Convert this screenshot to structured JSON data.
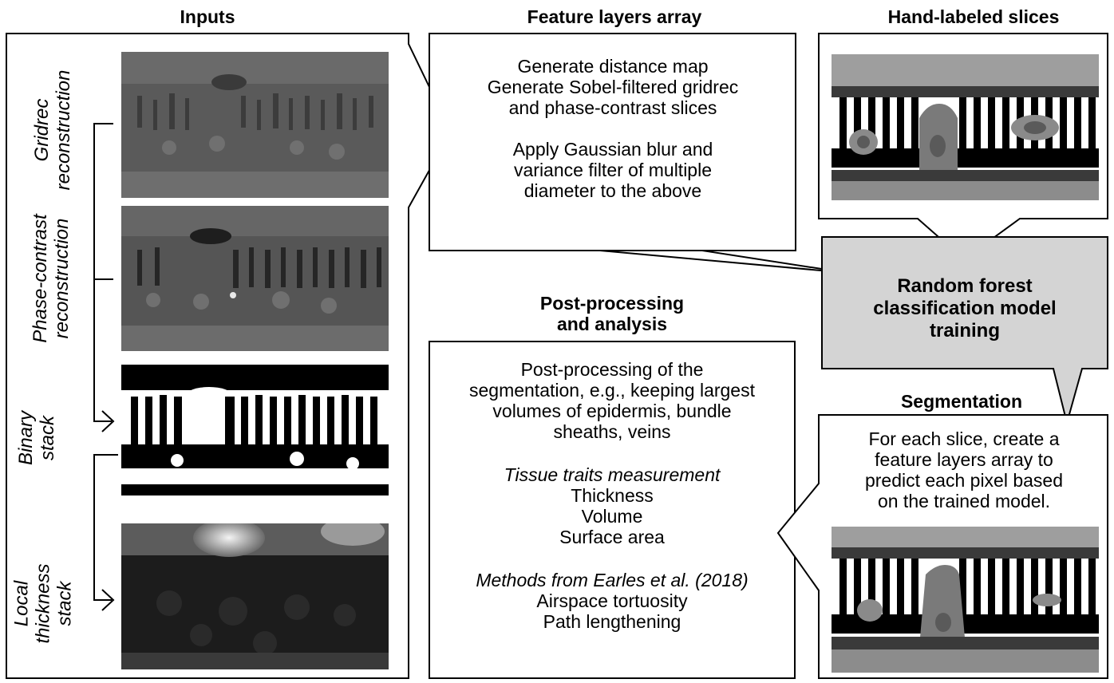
{
  "inputs": {
    "heading": "Inputs",
    "labels": {
      "gridrec": [
        "Gridrec",
        "reconstruction"
      ],
      "phase": [
        "Phase-contrast",
        "reconstruction"
      ],
      "binary": [
        "Binary",
        "stack"
      ],
      "thickness": [
        "Local",
        "thickness",
        "stack"
      ]
    }
  },
  "feature_layers": {
    "heading": "Feature layers array",
    "lines": [
      "Generate distance map",
      "Generate Sobel-filtered gridrec",
      "and phase-contrast slices"
    ],
    "lines2": [
      "Apply Gaussian blur and",
      "variance filter of multiple",
      "diameter to the above"
    ]
  },
  "hand_labeled": {
    "heading": "Hand-labeled slices"
  },
  "random_forest": {
    "lines": [
      "Random forest",
      "classification model",
      "training"
    ]
  },
  "segmentation": {
    "heading": "Segmentation",
    "lines": [
      "For each slice, create a",
      "feature layers array to",
      "predict each pixel based",
      "on the trained model."
    ]
  },
  "post_processing": {
    "heading": [
      "Post-processing",
      "and analysis"
    ],
    "para1": [
      "Post-processing of the",
      "segmentation, e.g., keeping largest",
      "volumes of epidermis, bundle",
      "sheaths, veins"
    ],
    "traits_title": "Tissue traits measurement",
    "traits": [
      "Thickness",
      "Volume",
      "Surface area"
    ],
    "methods_title": "Methods from Earles et al. (2018)",
    "methods": [
      "Airspace tortuosity",
      "Path lengthening"
    ]
  },
  "colors": {
    "label_box_fill": "#d4d4d4",
    "stroke": "#000000",
    "gray_dark": "#3a3a3a",
    "gray_mid": "#8a8a8a"
  }
}
